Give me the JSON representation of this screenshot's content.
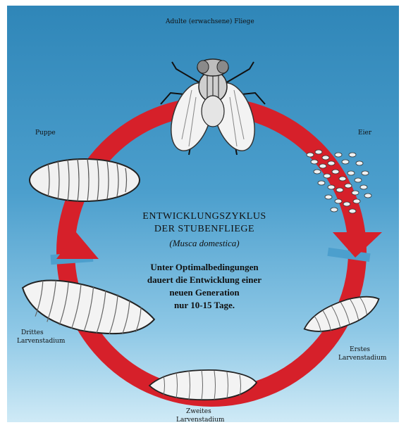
{
  "diagram": {
    "title_line1": "ENTWICKLUNGSZYKLUS",
    "title_line2": "DER STUBENFLIEGE",
    "species": "(Musca domestica)",
    "description_line1": "Unter Optimalbedingungen",
    "description_line2": "dauert die Entwicklung einer",
    "description_line3": "neuen Generation",
    "description_line4": "nur 10-15 Tage.",
    "stages": {
      "adult": "Adulte (erwachsene) Fliege",
      "eggs": "Eier",
      "first_larva_line1": "Erstes",
      "first_larva_line2": "Larvenstadium",
      "second_larva_line1": "Zweites",
      "second_larva_line2": "Larvenstadium",
      "third_larva_line1": "Drittes",
      "third_larva_line2": "Larvenstadium",
      "pupa": "Puppe"
    },
    "colors": {
      "cycle_arrow": "#d6202a",
      "background_top": "#2f86b8",
      "background_bottom": "#cfeaf6"
    }
  }
}
